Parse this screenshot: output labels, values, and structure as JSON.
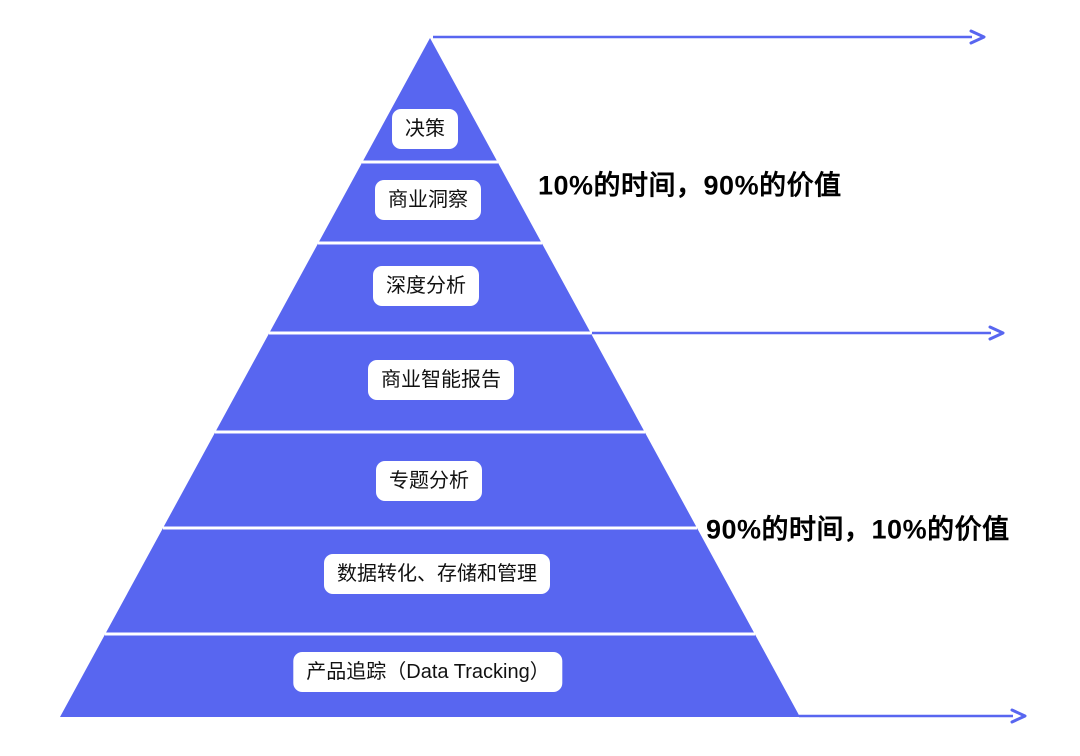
{
  "diagram": {
    "type": "pyramid",
    "colors": {
      "pyramid_fill": "#5866F0",
      "arrow": "#5866F0",
      "divider": "#FFFFFF",
      "label_bg": "#FFFFFF",
      "label_text": "#111111",
      "annotation_text": "#000000",
      "background": "#FFFFFF"
    },
    "levels": [
      "决策",
      "商业洞察",
      "深度分析",
      "商业智能报告",
      "专题分析",
      "数据转化、存储和管理",
      "产品追踪（Data Tracking）"
    ],
    "annotations": {
      "top": "10%的时间，90%的价值",
      "bottom": "90%的时间，10%的价值"
    }
  }
}
